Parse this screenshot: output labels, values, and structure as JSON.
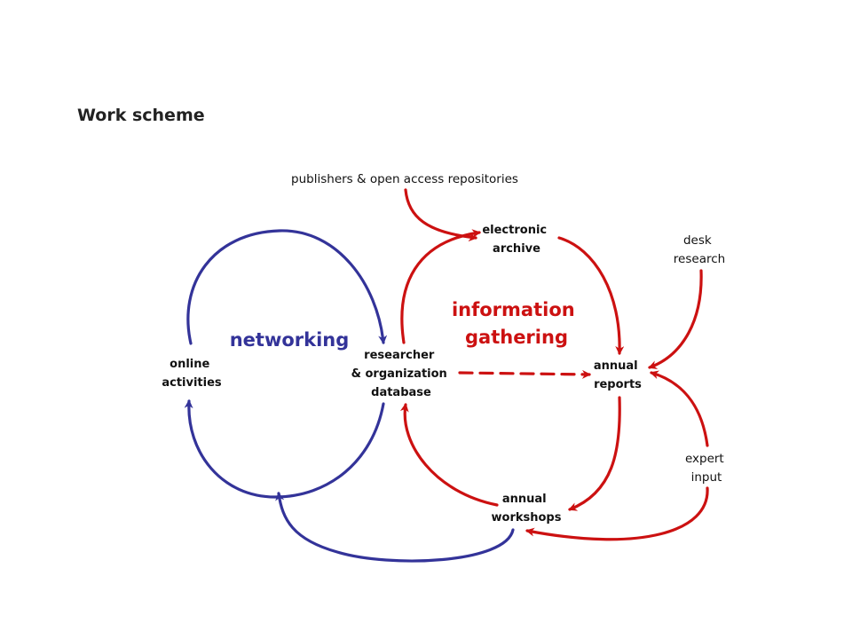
{
  "title": "Work scheme",
  "colors": {
    "red": "#cc1111",
    "blue": "#333399",
    "text": "#111111"
  },
  "nodes": {
    "publishers": [
      "publishers & open access repositories"
    ],
    "electronic_archive": [
      "electronic",
      "archive"
    ],
    "desk_research": [
      "desk",
      "research"
    ],
    "online_activities": [
      "online",
      "activities"
    ],
    "researcher_db": [
      "researcher",
      "& organization",
      "database"
    ],
    "annual_reports": [
      "annual",
      "reports"
    ],
    "expert_input": [
      "expert",
      "input"
    ],
    "annual_workshops": [
      "annual",
      "workshops"
    ]
  },
  "labels": {
    "information_gathering": [
      "information",
      "gathering"
    ],
    "networking": "networking"
  },
  "edges": [
    {
      "from": "publishers",
      "to": "electronic_archive",
      "color": "red",
      "style": "solid"
    },
    {
      "from": "electronic_archive",
      "to": "annual_reports",
      "color": "red",
      "style": "solid"
    },
    {
      "from": "researcher_db",
      "to": "electronic_archive",
      "color": "red",
      "style": "solid"
    },
    {
      "from": "desk_research",
      "to": "annual_reports",
      "color": "red",
      "style": "solid"
    },
    {
      "from": "researcher_db",
      "to": "annual_reports",
      "color": "red",
      "style": "dashed"
    },
    {
      "from": "annual_reports",
      "to": "annual_workshops",
      "color": "red",
      "style": "solid"
    },
    {
      "from": "annual_workshops",
      "to": "researcher_db",
      "color": "red",
      "style": "solid"
    },
    {
      "from": "expert_input",
      "to": "annual_reports",
      "color": "red",
      "style": "solid"
    },
    {
      "from": "expert_input",
      "to": "annual_workshops",
      "color": "red",
      "style": "solid"
    },
    {
      "from": "online_activities",
      "to": "researcher_db",
      "color": "blue",
      "style": "solid"
    },
    {
      "from": "researcher_db",
      "to": "online_activities",
      "color": "blue",
      "style": "solid"
    },
    {
      "from": "annual_workshops",
      "to": "online_activities",
      "color": "blue",
      "style": "solid"
    }
  ]
}
